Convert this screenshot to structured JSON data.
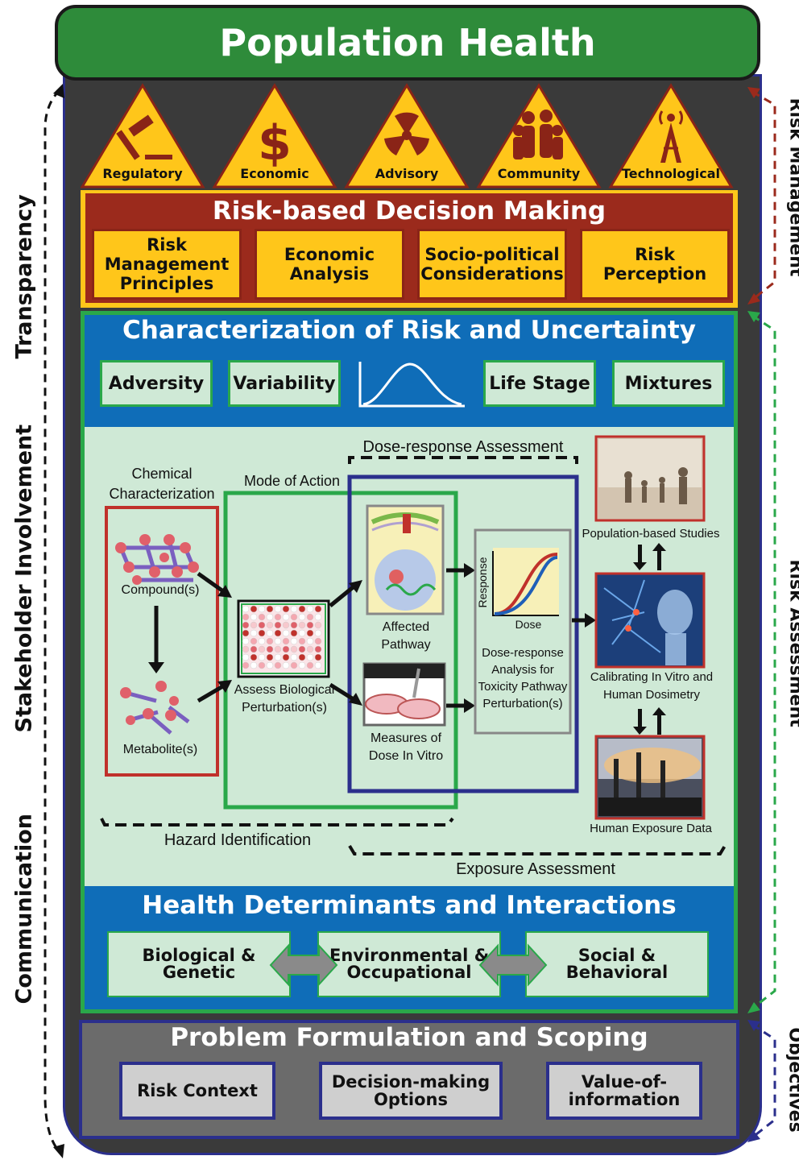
{
  "title": "Population Health",
  "triangles": [
    {
      "label": "Regulatory",
      "icon": "gavel-icon"
    },
    {
      "label": "Economic",
      "icon": "dollar-icon"
    },
    {
      "label": "Advisory",
      "icon": "radiation-icon"
    },
    {
      "label": "Community",
      "icon": "people-icon"
    },
    {
      "label": "Technological",
      "icon": "tower-icon"
    }
  ],
  "decision_making": {
    "title": "Risk-based Decision Making",
    "items": [
      "Risk Management Principles",
      "Economic Analysis",
      "Socio-political Considerations",
      "Risk Perception"
    ]
  },
  "characterization": {
    "title": "Characterization of Risk and Uncertainty",
    "items": [
      "Adversity",
      "Variability",
      "Life Stage",
      "Mixtures"
    ]
  },
  "assessment": {
    "dose_response": "Dose-response Assessment",
    "chemical": "Chemical Characterization",
    "mode_of_action": "Mode of Action",
    "compounds": "Compound(s)",
    "metabolites": "Metabolite(s)",
    "assess": "Assess Biological Perturbation(s)",
    "affected": "Affected Pathway",
    "measures": "Measures of Dose In Vitro",
    "response_axis": "Response",
    "dose_axis": "Dose",
    "dr_analysis": "Dose-response Analysis for Toxicity Pathway Perturbation(s)",
    "population": "Population-based Studies",
    "calibrating": "Calibrating In Vitro and Human Dosimetry",
    "exposure_data": "Human Exposure Data",
    "hazard": "Hazard Identification",
    "exposure": "Exposure Assessment"
  },
  "determinants": {
    "title": "Health Determinants and Interactions",
    "items": [
      "Biological & Genetic",
      "Environmental & Occupational",
      "Social & Behavioral"
    ]
  },
  "problem": {
    "title": "Problem Formulation and Scoping",
    "items": [
      "Risk Context",
      "Decision-making Options",
      "Value-of-information"
    ]
  },
  "left_labels": [
    "Transparency",
    "Stakeholder Involvement",
    "Communication"
  ],
  "right_labels": [
    "Risk Management",
    "Risk Assessment",
    "Objectives"
  ],
  "colors": {
    "green": "#2e8b3a",
    "blue": "#0f6db8",
    "yellow": "#ffc61a",
    "red": "#9b2a1c",
    "navy": "#2b2f8c"
  }
}
